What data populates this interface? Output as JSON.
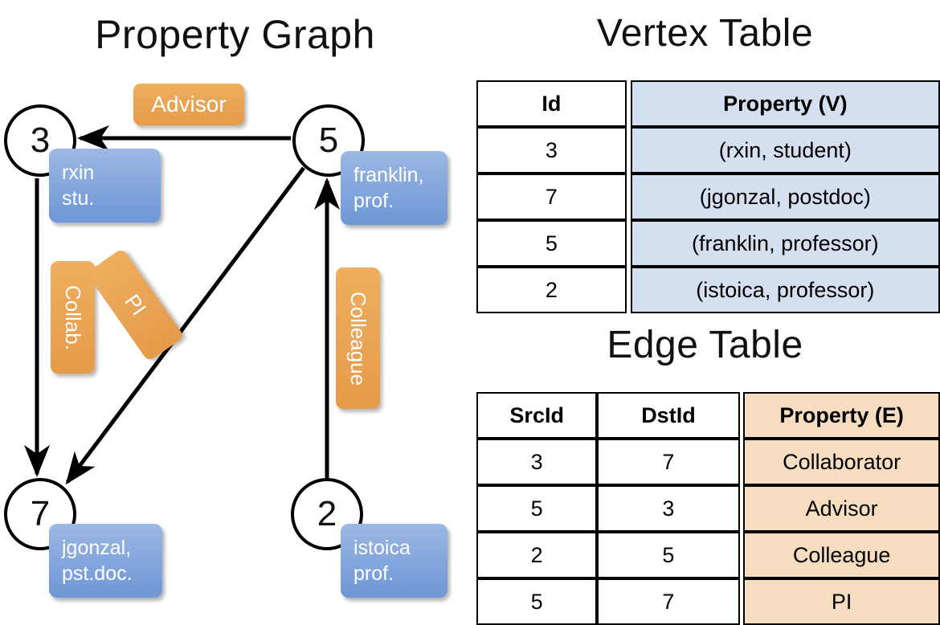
{
  "titles": {
    "property_graph": "Property Graph",
    "vertex_table": "Vertex Table",
    "edge_table": "Edge Table"
  },
  "colors": {
    "vertex_property_fill": "#d4dff0",
    "edge_property_fill": "#f7ddc0",
    "node_property_box": "#86a8dd",
    "edge_label_badge": "#e9a455",
    "stroke": "#000000",
    "background": "#ffffff"
  },
  "graph": {
    "nodes": [
      {
        "id": "3",
        "property_label": "rxin\nstu.",
        "property_line1": "rxin",
        "property_line2": "stu."
      },
      {
        "id": "5",
        "property_label": "franklin,\nprof.",
        "property_line1": "franklin,",
        "property_line2": "prof."
      },
      {
        "id": "7",
        "property_label": "jgonzal,\npst.doc.",
        "property_line1": "jgonzal,",
        "property_line2": "pst.doc."
      },
      {
        "id": "2",
        "property_label": "istoica\nprof.",
        "property_line1": "istoica",
        "property_line2": "prof."
      }
    ],
    "edges": [
      {
        "from": "5",
        "to": "3",
        "label": "Advisor"
      },
      {
        "from": "3",
        "to": "7",
        "label": "Collab."
      },
      {
        "from": "5",
        "to": "7",
        "label": "PI"
      },
      {
        "from": "2",
        "to": "5",
        "label": "Colleague"
      }
    ]
  },
  "vertex_table": {
    "title": "Vertex Table",
    "headers": [
      "Id",
      "Property (V)"
    ],
    "rows": [
      {
        "id": "3",
        "property": "(rxin, student)"
      },
      {
        "id": "7",
        "property": "(jgonzal, postdoc)"
      },
      {
        "id": "5",
        "property": "(franklin, professor)"
      },
      {
        "id": "2",
        "property": "(istoica, professor)"
      }
    ]
  },
  "edge_table": {
    "title": "Edge Table",
    "headers": [
      "SrcId",
      "DstId",
      "Property (E)"
    ],
    "rows": [
      {
        "src": "3",
        "dst": "7",
        "property": "Collaborator"
      },
      {
        "src": "5",
        "dst": "3",
        "property": "Advisor"
      },
      {
        "src": "2",
        "dst": "5",
        "property": "Colleague"
      },
      {
        "src": "5",
        "dst": "7",
        "property": "PI"
      }
    ]
  }
}
